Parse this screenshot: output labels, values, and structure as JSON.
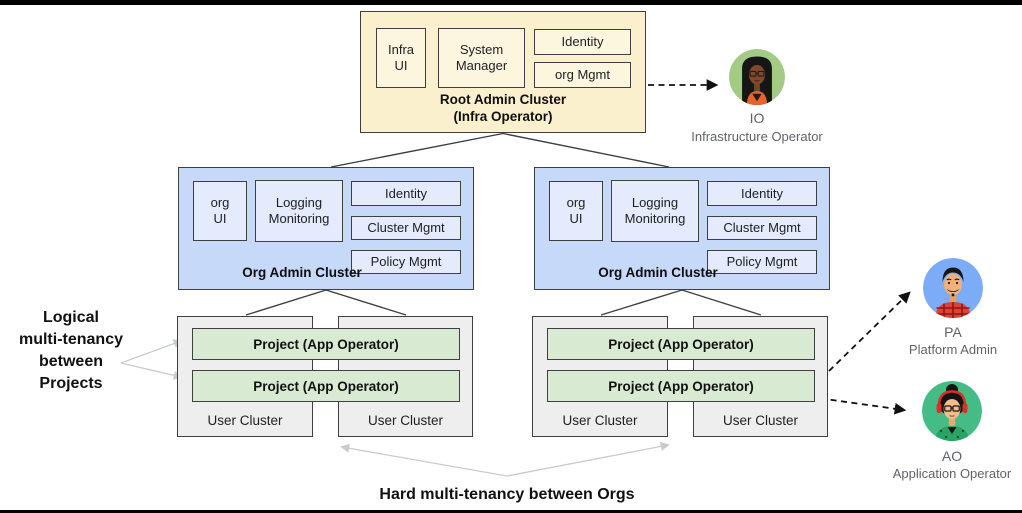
{
  "root_cluster": {
    "title": "Root Admin Cluster\n(Infra Operator)",
    "modules": {
      "infra_ui": "Infra\nUI",
      "system_manager": "System\nManager",
      "identity": "Identity",
      "org_mgmt": "org Mgmt"
    }
  },
  "org_clusters": [
    {
      "title": "Org Admin Cluster",
      "modules": {
        "org_ui": "org\nUI",
        "logging_monitoring": "Logging\nMonitoring",
        "identity": "Identity",
        "cluster_mgmt": "Cluster Mgmt",
        "policy_mgmt": "Policy Mgmt"
      }
    },
    {
      "title": "Org Admin Cluster",
      "modules": {
        "org_ui": "org\nUI",
        "logging_monitoring": "Logging\nMonitoring",
        "identity": "Identity",
        "cluster_mgmt": "Cluster Mgmt",
        "policy_mgmt": "Policy Mgmt"
      }
    }
  ],
  "user_groups": [
    {
      "projects": [
        "Project (App Operator)",
        "Project (App Operator)"
      ],
      "clusters": [
        "User Cluster",
        "User Cluster"
      ]
    },
    {
      "projects": [
        "Project (App Operator)",
        "Project  (App Operator)"
      ],
      "clusters": [
        "User Cluster",
        "User Cluster"
      ]
    }
  ],
  "annotations": {
    "left_note": "Logical\nmulti-tenancy\nbetween\nProjects",
    "bottom_note": "Hard multi-tenancy between Orgs"
  },
  "personas": [
    {
      "code": "IO",
      "role": "Infrastructure Operator",
      "avatar_bg": "#A4CB85"
    },
    {
      "code": "PA",
      "role": "Platform Admin",
      "avatar_bg": "#7CACF8"
    },
    {
      "code": "AO",
      "role": "Application Operator",
      "avatar_bg": "#45BB85"
    }
  ],
  "colors": {
    "root_fill": "#FBF0CD",
    "root_module_fill": "#FDF6DF",
    "org_fill": "#C6D9F8",
    "org_module_fill": "#E4EBFC",
    "user_fill": "#EEEEEE",
    "project_fill": "#D8EAD2",
    "box_border": "#3F3F3F",
    "connector": "#3C4043",
    "dashed_arrow": "#111111",
    "note_arrow": "#C7CBCE",
    "persona_text": "#5F6368"
  }
}
